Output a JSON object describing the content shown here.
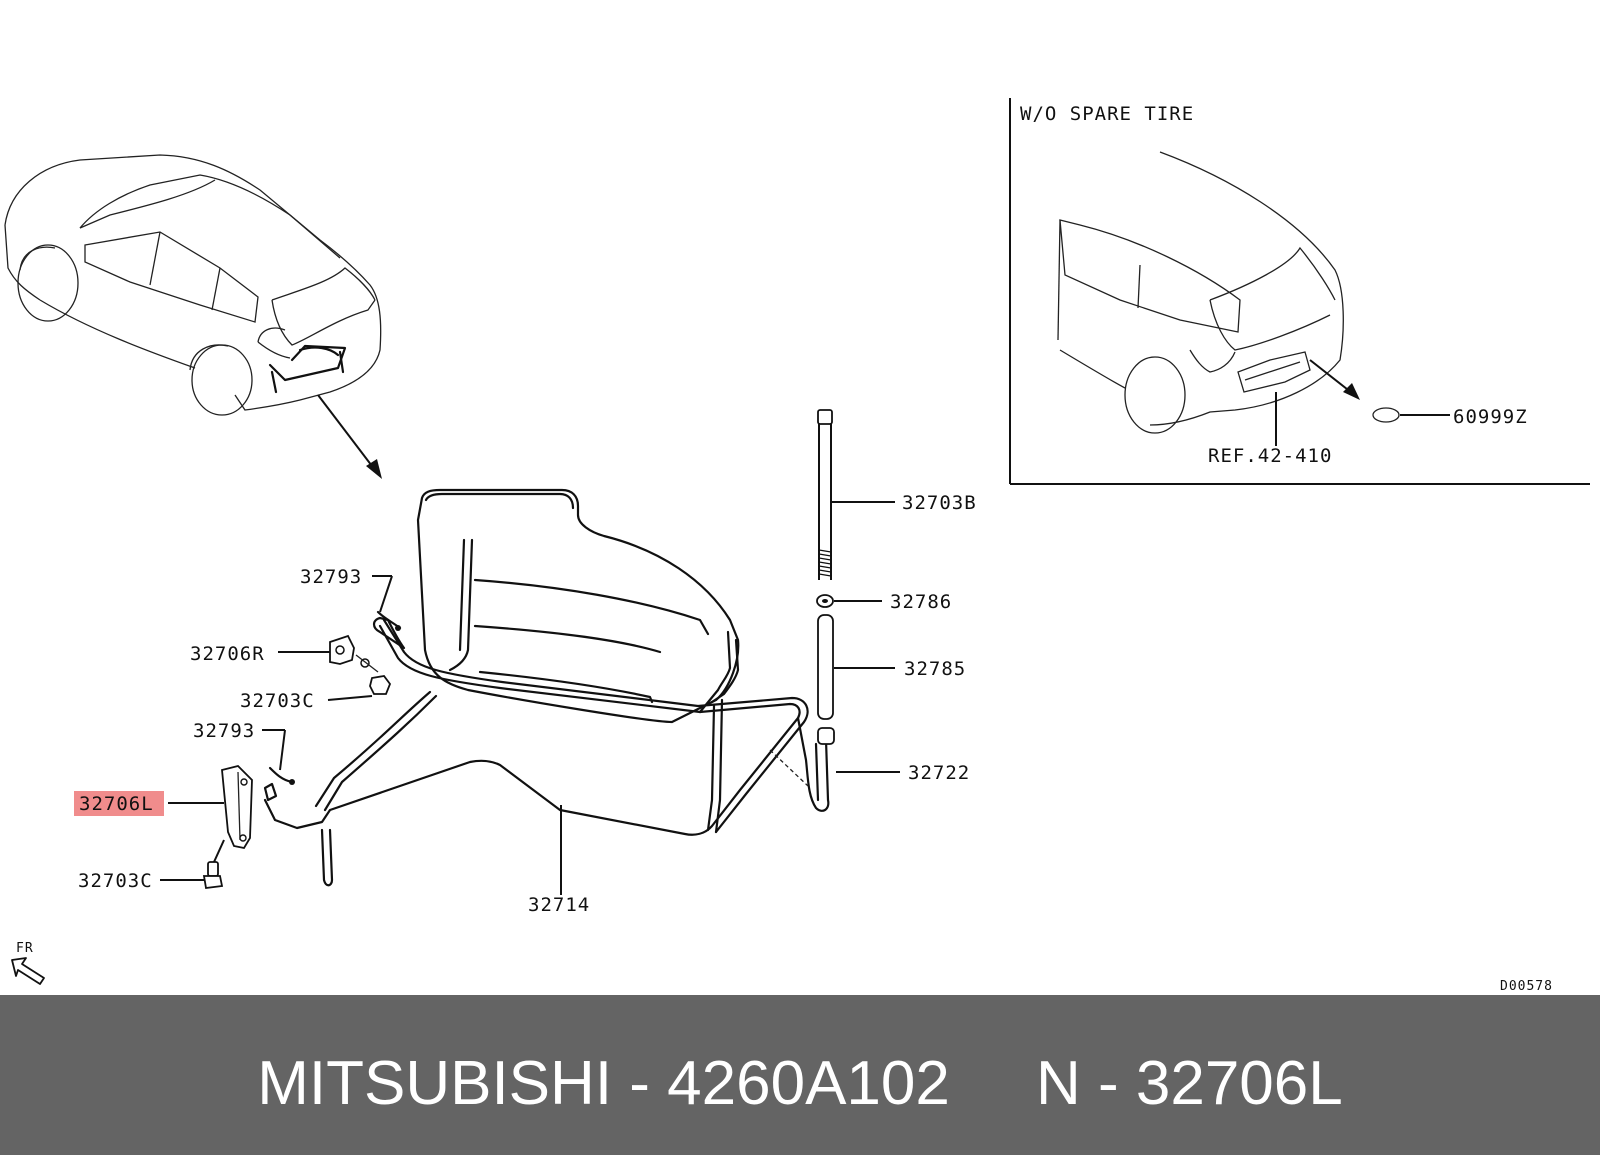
{
  "inset": {
    "title": "W/O SPARE TIRE",
    "labels": {
      "part_60999z": "60999Z",
      "ref": "REF.42-410"
    }
  },
  "labels": {
    "p32703b": "32703B",
    "p32786": "32786",
    "p32785": "32785",
    "p32722": "32722",
    "p32714": "32714",
    "p32793_top": "32793",
    "p32706r": "32706R",
    "p32703c_top": "32703C",
    "p32793_bottom": "32793",
    "p32706l": "32706L",
    "p32703c_bottom": "32703C"
  },
  "highlight": {
    "part": "32706L",
    "color": "#f08c8c"
  },
  "direction_indicator": {
    "label": "FR",
    "icon": "front-arrow-icon"
  },
  "diagram_code": "D00578",
  "footer": {
    "text": "MITSUBISHI - 4260A102     N - 32706L",
    "background": "#646464"
  }
}
